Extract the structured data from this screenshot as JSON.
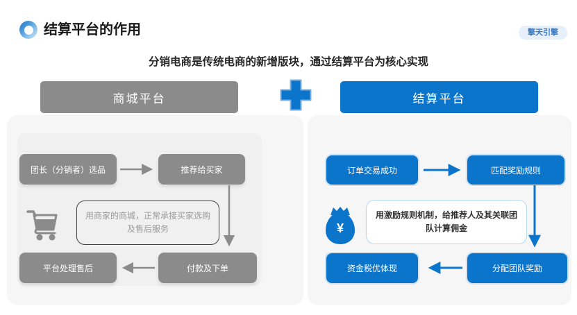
{
  "slide": {
    "title": "结算平台的作用",
    "badge": "擎天引擎",
    "subtitle": "分销电商是传统电商的新增版块，通过结算平台为核心实现",
    "connector": "plus-sign"
  },
  "mall": {
    "header": "商城平台",
    "steps": [
      "团长（分销者）选品",
      "推荐给买家",
      "付款及下单",
      "平台处理售后"
    ],
    "flow_order": [
      "团长（分销者）选品 → 推荐给买家",
      "推荐给买家 → 付款及下单",
      "付款及下单 → 平台处理售后"
    ],
    "note": "用商家的商城，正常承接买家选购及售后服务",
    "icon": "shopping-cart-icon"
  },
  "settlement": {
    "header": "结算平台",
    "steps": [
      "订单交易成功",
      "匹配奖励规则",
      "分配团队奖励",
      "资金税优体现"
    ],
    "flow_order": [
      "订单交易成功 → 匹配奖励规则",
      "匹配奖励规则 → 分配团队奖励",
      "分配团队奖励 → 资金税优体现"
    ],
    "note": "用激励规则机制，给推荐人及其关联团队计算佣金",
    "icon": "money-bag-icon",
    "currency_symbol": "¥"
  },
  "colors": {
    "primary_blue": "#0b74cb",
    "box_gray": "#8b8b8b",
    "panel_bg": "#f6f6f7",
    "badge_bg": "#e6effa",
    "badge_text": "#3478c6",
    "note_left_text": "#999999",
    "note_right_border": "#b5d9f0"
  }
}
